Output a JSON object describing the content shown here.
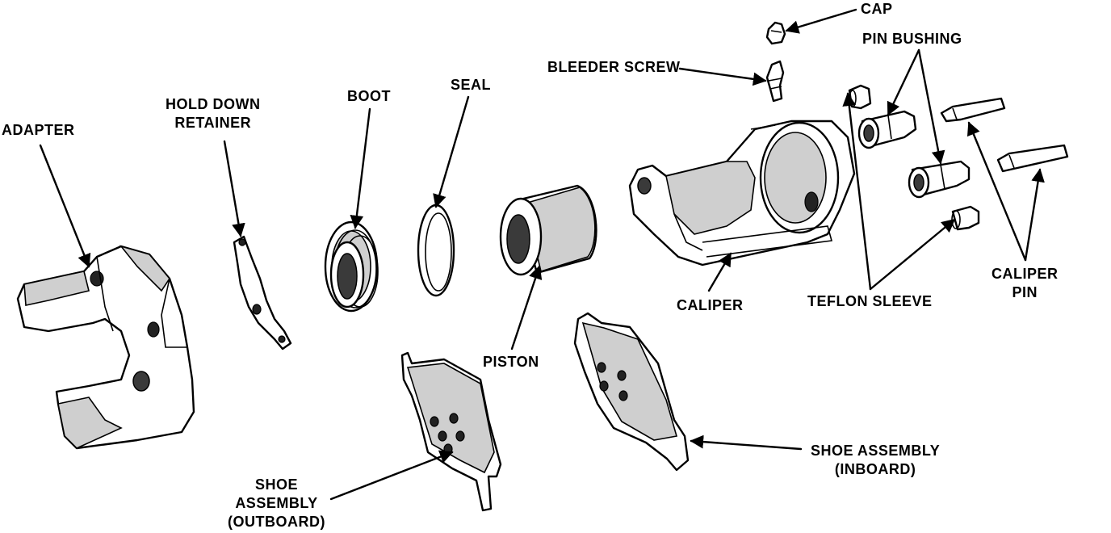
{
  "labels": {
    "adapter": "ADAPTER",
    "hold_down_retainer_1": "HOLD DOWN",
    "hold_down_retainer_2": "RETAINER",
    "boot": "BOOT",
    "seal": "SEAL",
    "bleeder_screw": "BLEEDER SCREW",
    "cap": "CAP",
    "pin_bushing": "PIN BUSHING",
    "caliper_pin_1": "CALIPER",
    "caliper_pin_2": "PIN",
    "teflon_sleeve": "TEFLON SLEEVE",
    "caliper": "CALIPER",
    "piston": "PISTON",
    "shoe_inboard_1": "SHOE ASSEMBLY",
    "shoe_inboard_2": "(INBOARD)",
    "shoe_outboard_1": "SHOE",
    "shoe_outboard_2": "ASSEMBLY",
    "shoe_outboard_3": "(OUTBOARD)"
  }
}
